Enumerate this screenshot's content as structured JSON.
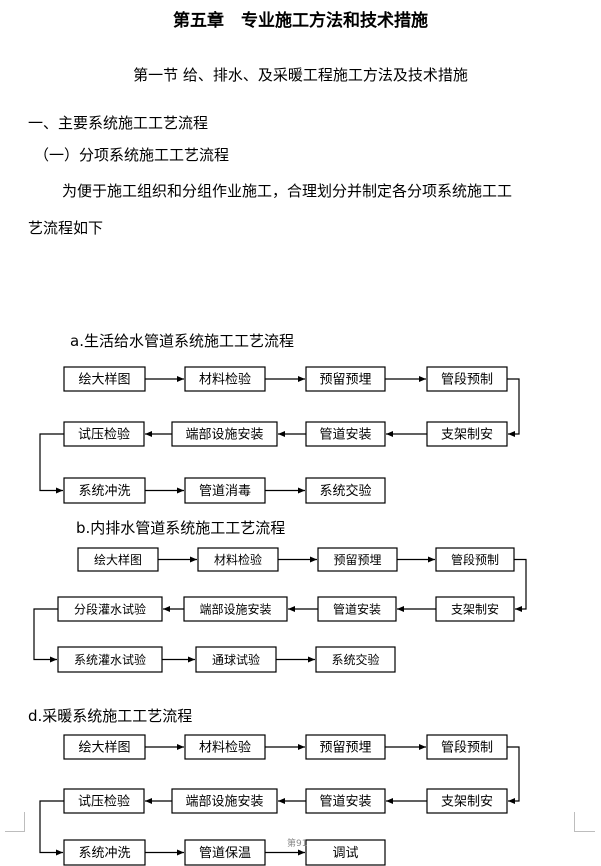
{
  "chapter_title": "第五章　专业施工方法和技术措施",
  "section_title": "第一节 给、排水、及采暖工程施工方法及技术措施",
  "heading1": "一、主要系统施工工艺流程",
  "heading2": "（一）分项系统施工工艺流程",
  "intro_line1": "为便于施工组织和分组作业施工，合理划分并制定各分项系统施工工",
  "intro_line2": "艺流程如下",
  "flows": [
    {
      "title": "a.生活给水管道系统施工工艺流程",
      "rows": [
        [
          "绘大样图",
          "材料检验",
          "预留预埋",
          "管段预制"
        ],
        [
          "试压检验",
          "端部设施安装",
          "管道安装",
          "支架制安"
        ],
        [
          "系统冲洗",
          "管道消毒",
          "系统交验"
        ]
      ]
    },
    {
      "title": "b.内排水管道系统施工工艺流程",
      "rows": [
        [
          "绘大样图",
          "材料检验",
          "预留预埋",
          "管段预制"
        ],
        [
          "分段灌水试验",
          "端部设施安装",
          "管道安装",
          "支架制安"
        ],
        [
          "系统灌水试验",
          "通球试验",
          "系统交验"
        ]
      ]
    },
    {
      "title": "d.采暖系统施工工艺流程",
      "rows": [
        [
          "绘大样图",
          "材料检验",
          "预留预埋",
          "管段预制"
        ],
        [
          "试压检验",
          "端部设施安装",
          "管道安装",
          "支架制安"
        ],
        [
          "系统冲洗",
          "管道保温",
          "调试"
        ]
      ]
    }
  ],
  "page_marker": "第91"
}
